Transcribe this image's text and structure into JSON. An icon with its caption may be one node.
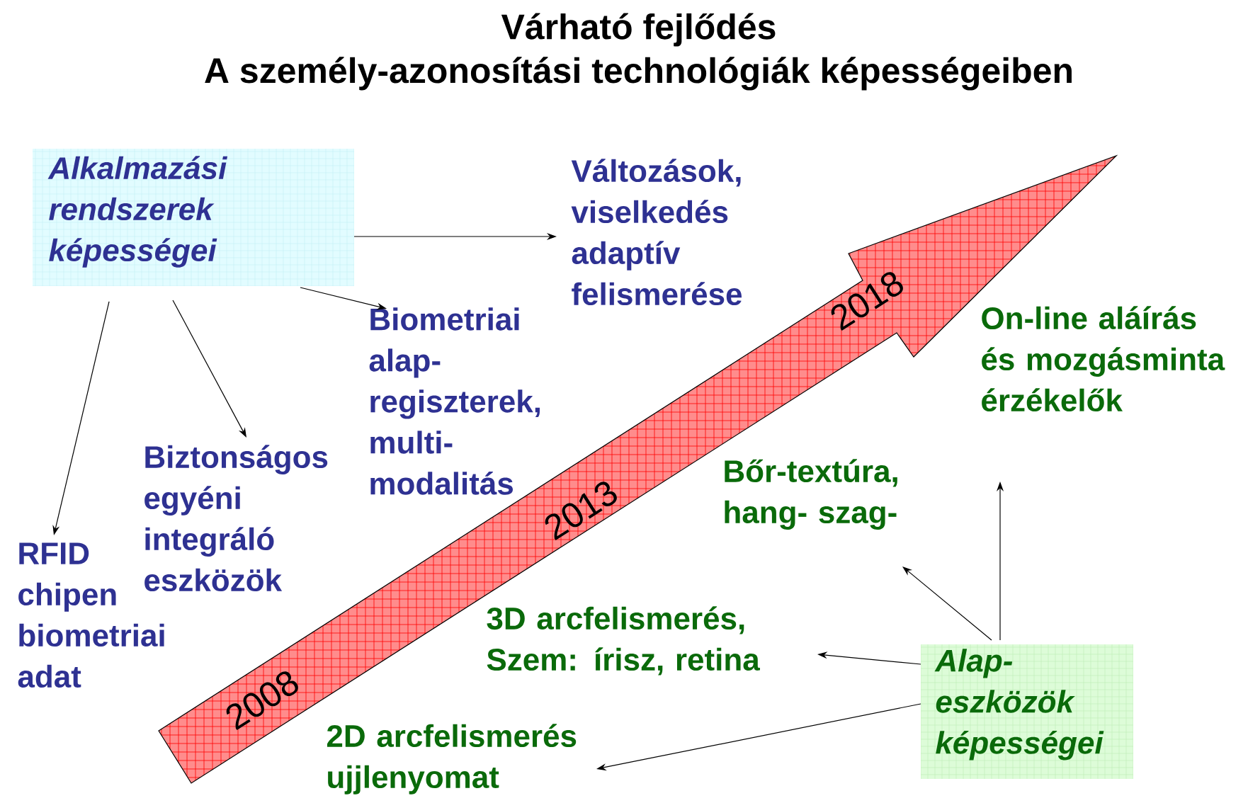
{
  "diagram": {
    "title": "Várható fejlődés",
    "nodes": [
      {
        "text": [
          "Alkalmazási rendszerek képességei"
        ]
      },
      {
        "text": [
          "Változások, viselkedés adaptív felismerése"
        ]
      },
      {
        "text": [
          "Biometriai alap- regiszterek, multi- modalitás"
        ]
      },
      {
        "text": [
          "Biztonságos egyéni integráló eszközök"
        ]
      },
      {
        "text": [
          "RFID chipen biometriai adat"
        ]
      },
      {
        "text": [
          "Alap- eszközök képességei"
        ]
      },
      {
        "text": [
          "On-line aláírás és mozgásminta érzékelők"
        ]
      },
      {
        "text": [
          "Bőr-textúra, hang- szag-"
        ]
      },
      {
        "text": [
          "3D arcfelismerés, Szem: írisz, retina"
        ]
      },
      {
        "text": [
          "2D arcfelismerés ujjlenyomat"
        ]
      }
    ],
    "edges": [
      {
        "from": 0,
        "to": 1,
        "arrow": "to"
      },
      {
        "from": 0,
        "to": 2,
        "arrow": "to"
      },
      {
        "from": 0,
        "to": 3,
        "arrow": "to"
      },
      {
        "from": 0,
        "to": 4,
        "arrow": "to"
      },
      {
        "from": 5,
        "to": 6,
        "arrow": "to"
      },
      {
        "from": 5,
        "to": 7,
        "arrow": "to"
      },
      {
        "from": 5,
        "to": 8,
        "arrow": "to"
      },
      {
        "from": 5,
        "to": 9,
        "arrow": "to"
      }
    ],
    "labels": [
      "A személy-azonosítási technológiák képességeiben",
      "2008",
      "2013",
      "2018"
    ]
  }
}
